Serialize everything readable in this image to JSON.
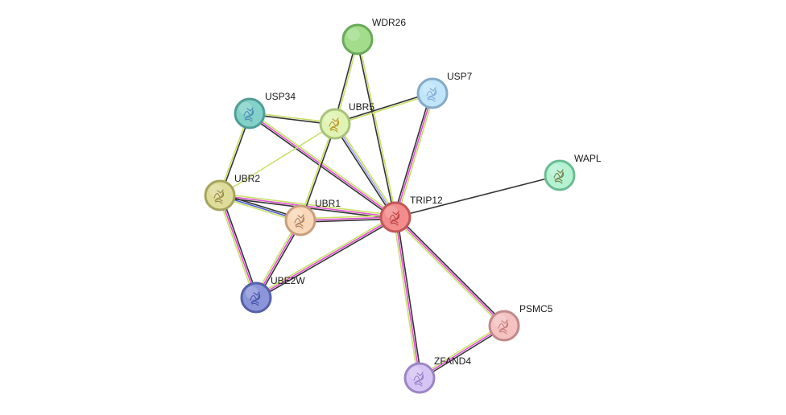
{
  "nodes": [
    {
      "id": "WDR26",
      "label": "WDR26",
      "fill": "#a3dd8c",
      "stroke": "#6aa95a",
      "structure": false,
      "structure_color": ""
    },
    {
      "id": "USP7",
      "label": "USP7",
      "fill": "#bfe5fa",
      "stroke": "#86aac7",
      "structure": true,
      "structure_color": "#7a9fd0"
    },
    {
      "id": "USP34",
      "label": "USP34",
      "fill": "#83d1c9",
      "stroke": "#4f9e96",
      "structure": true,
      "structure_color": "#3f7fb0"
    },
    {
      "id": "UBR5",
      "label": "UBR5",
      "fill": "#dff3b3",
      "stroke": "#a8c27a",
      "structure": true,
      "structure_color": "#b8820c"
    },
    {
      "id": "WAPL",
      "label": "WAPL",
      "fill": "#b4f2d2",
      "stroke": "#6cbc93",
      "structure": true,
      "structure_color": "#6b6b2f"
    },
    {
      "id": "UBR2",
      "label": "UBR2",
      "fill": "#dedc98",
      "stroke": "#a5a45e",
      "structure": true,
      "structure_color": "#8a7b40"
    },
    {
      "id": "UBR1",
      "label": "UBR1",
      "fill": "#f8d8b8",
      "stroke": "#c79e7d",
      "structure": true,
      "structure_color": "#a07050"
    },
    {
      "id": "TRIP12",
      "label": "TRIP12",
      "fill": "#f38c8c",
      "stroke": "#c05757",
      "structure": true,
      "structure_color": "#b03030"
    },
    {
      "id": "UBE2W",
      "label": "UBE2W",
      "fill": "#8b95d9",
      "stroke": "#5661a8",
      "structure": true,
      "structure_color": "#3a44a0"
    },
    {
      "id": "PSMC5",
      "label": "PSMC5",
      "fill": "#f5c2c2",
      "stroke": "#c08a8a",
      "structure": true,
      "structure_color": "#c07070"
    },
    {
      "id": "ZFAND4",
      "label": "ZFAND4",
      "fill": "#d6c4f5",
      "stroke": "#9b86c4",
      "structure": true,
      "structure_color": "#8a70c0"
    }
  ],
  "edges": [
    {
      "source": "TRIP12",
      "target": "WAPL",
      "colors": [
        "#333333"
      ]
    },
    {
      "source": "TRIP12",
      "target": "WDR26",
      "colors": [
        "#333333",
        "#c8e06a"
      ]
    },
    {
      "source": "TRIP12",
      "target": "USP7",
      "colors": [
        "#333333",
        "#e04fd0",
        "#c8e06a"
      ]
    },
    {
      "source": "TRIP12",
      "target": "USP34",
      "colors": [
        "#333333",
        "#e04fd0",
        "#c8e06a"
      ]
    },
    {
      "source": "TRIP12",
      "target": "UBR5",
      "colors": [
        "#333333",
        "#9ea0f0",
        "#c8e06a"
      ]
    },
    {
      "source": "TRIP12",
      "target": "UBR2",
      "colors": [
        "#333333",
        "#e04fd0",
        "#c8e06a"
      ]
    },
    {
      "source": "TRIP12",
      "target": "UBR1",
      "colors": [
        "#333333",
        "#e04fd0",
        "#c8e06a"
      ]
    },
    {
      "source": "TRIP12",
      "target": "UBE2W",
      "colors": [
        "#333333",
        "#e04fd0",
        "#c8e06a"
      ]
    },
    {
      "source": "TRIP12",
      "target": "PSMC5",
      "colors": [
        "#333333",
        "#e04fd0",
        "#c8e06a"
      ]
    },
    {
      "source": "TRIP12",
      "target": "ZFAND4",
      "colors": [
        "#333333",
        "#e04fd0",
        "#c8e06a"
      ]
    },
    {
      "source": "UBR5",
      "target": "WDR26",
      "colors": [
        "#333333",
        "#c8e06a"
      ]
    },
    {
      "source": "UBR5",
      "target": "USP7",
      "colors": [
        "#333333",
        "#c8e06a"
      ]
    },
    {
      "source": "UBR5",
      "target": "USP34",
      "colors": [
        "#333333",
        "#c8e06a"
      ]
    },
    {
      "source": "UBR5",
      "target": "UBR2",
      "colors": [
        "#c8e06a"
      ]
    },
    {
      "source": "UBR5",
      "target": "UBR1",
      "colors": [
        "#333333",
        "#c8e06a"
      ]
    },
    {
      "source": "USP34",
      "target": "UBR2",
      "colors": [
        "#333333",
        "#c8e06a"
      ]
    },
    {
      "source": "UBR2",
      "target": "UBR1",
      "colors": [
        "#333333",
        "#4b5fd0",
        "#c8e06a"
      ]
    },
    {
      "source": "UBR2",
      "target": "UBE2W",
      "colors": [
        "#333333",
        "#e04fd0",
        "#c8e06a"
      ]
    },
    {
      "source": "UBR1",
      "target": "UBE2W",
      "colors": [
        "#333333",
        "#e04fd0",
        "#c8e06a"
      ]
    },
    {
      "source": "PSMC5",
      "target": "ZFAND4",
      "colors": [
        "#333333",
        "#e04fd0",
        "#c8e06a"
      ]
    }
  ]
}
